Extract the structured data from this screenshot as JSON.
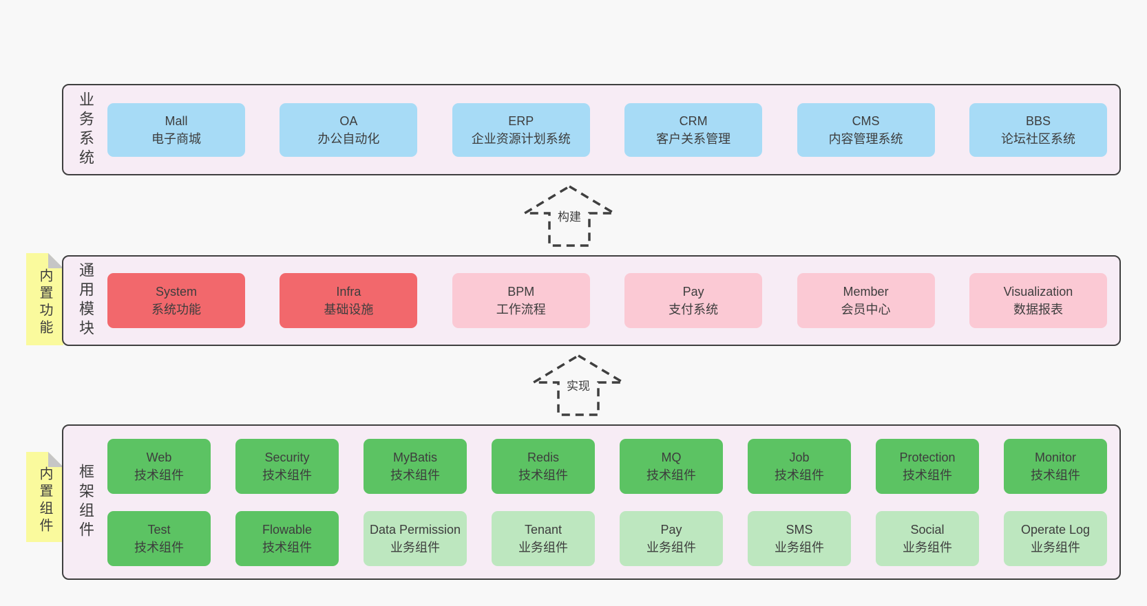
{
  "colors": {
    "background": "#f8f8f8",
    "panel": "#f7ecf5",
    "border": "#3f3f3f",
    "text": "#3d3d3d",
    "blue": "#a7dbf6",
    "red": "#f2686c",
    "pink": "#fbc9d4",
    "green": "#5cc363",
    "light_green": "#bde7bf",
    "yellow": "#fafa9d",
    "fold": "#c6c6c6"
  },
  "layers": {
    "business": {
      "label": "业务系统",
      "boxes": [
        {
          "name": "Mall",
          "desc": "电子商城",
          "variant": "blue"
        },
        {
          "name": "OA",
          "desc": "办公自动化",
          "variant": "blue"
        },
        {
          "name": "ERP",
          "desc": "企业资源计划系统",
          "variant": "blue"
        },
        {
          "name": "CRM",
          "desc": "客户关系管理",
          "variant": "blue"
        },
        {
          "name": "CMS",
          "desc": "内容管理系统",
          "variant": "blue"
        },
        {
          "name": "BBS",
          "desc": "论坛社区系统",
          "variant": "blue"
        }
      ]
    },
    "modules": {
      "label": "通用模块",
      "tag": "内置功能",
      "boxes": [
        {
          "name": "System",
          "desc": "系统功能",
          "variant": "red"
        },
        {
          "name": "Infra",
          "desc": "基础设施",
          "variant": "red"
        },
        {
          "name": "BPM",
          "desc": "工作流程",
          "variant": "pink"
        },
        {
          "name": "Pay",
          "desc": "支付系统",
          "variant": "pink"
        },
        {
          "name": "Member",
          "desc": "会员中心",
          "variant": "pink"
        },
        {
          "name": "Visualization",
          "desc": "数据报表",
          "variant": "pink"
        }
      ]
    },
    "components": {
      "label": "框架组件",
      "tag": "内置组件",
      "row1": [
        {
          "name": "Web",
          "desc": "技术组件",
          "variant": "green"
        },
        {
          "name": "Security",
          "desc": "技术组件",
          "variant": "green"
        },
        {
          "name": "MyBatis",
          "desc": "技术组件",
          "variant": "green"
        },
        {
          "name": "Redis",
          "desc": "技术组件",
          "variant": "green"
        },
        {
          "name": "MQ",
          "desc": "技术组件",
          "variant": "green"
        },
        {
          "name": "Job",
          "desc": "技术组件",
          "variant": "green"
        },
        {
          "name": "Protection",
          "desc": "技术组件",
          "variant": "green"
        },
        {
          "name": "Monitor",
          "desc": "技术组件",
          "variant": "green"
        }
      ],
      "row2": [
        {
          "name": "Test",
          "desc": "技术组件",
          "variant": "green"
        },
        {
          "name": "Flowable",
          "desc": "技术组件",
          "variant": "green"
        },
        {
          "name": "Data Permission",
          "desc": "业务组件",
          "variant": "light_green"
        },
        {
          "name": "Tenant",
          "desc": "业务组件",
          "variant": "light_green"
        },
        {
          "name": "Pay",
          "desc": "业务组件",
          "variant": "light_green"
        },
        {
          "name": "SMS",
          "desc": "业务组件",
          "variant": "light_green"
        },
        {
          "name": "Social",
          "desc": "业务组件",
          "variant": "light_green"
        },
        {
          "name": "Operate Log",
          "desc": "业务组件",
          "variant": "light_green"
        }
      ]
    }
  },
  "arrows": {
    "build": "构建",
    "implement": "实现"
  }
}
